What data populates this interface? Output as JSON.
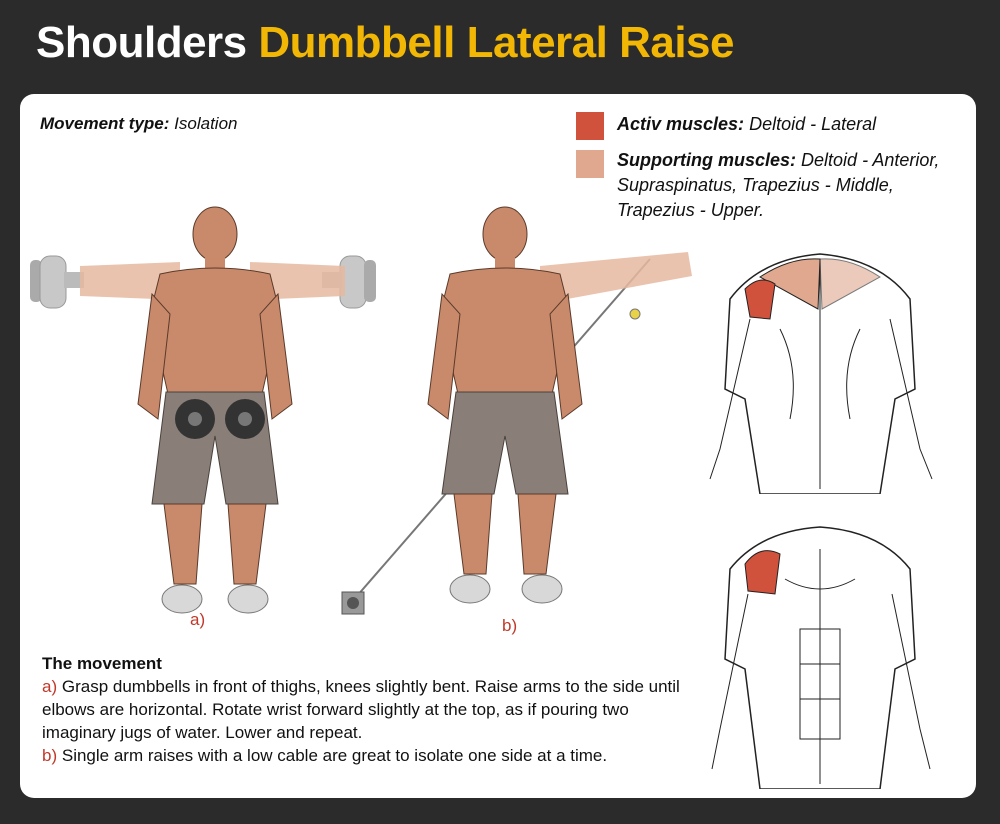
{
  "header": {
    "category": "Shoulders",
    "exercise": "Dumbbell Lateral Raise"
  },
  "movement_type": {
    "label": "Movement type:",
    "value": "Isolation"
  },
  "legend": {
    "active": {
      "label": "Activ muscles:",
      "value": "Deltoid -  Lateral",
      "color": "#d0523c"
    },
    "supporting": {
      "label": "Supporting muscles:",
      "value": "Deltoid - Anterior, Supraspinatus, Trapezius - Middle, Trapezius - Upper.",
      "color": "#dfa88f"
    }
  },
  "figures": {
    "a_label": "a)",
    "b_label": "b)"
  },
  "movement": {
    "heading": "The movement",
    "step_a_letter": "a)",
    "step_a_text": "Grasp dumbbells in front of thighs, knees slightly bent. Raise arms to the side until elbows are horizontal. Rotate wrist forward slightly at the top, as if pouring two imaginary jugs of water. Lower and repeat.",
    "step_b_letter": "b)",
    "step_b_text": "Single arm raises with a low cable are great to isolate one side at a time."
  },
  "colors": {
    "background": "#2b2b2b",
    "title_white": "#ffffff",
    "title_accent": "#f2b705",
    "skin": "#c98a6b",
    "shorts": "#8a7f78",
    "dumbbell": "#333333"
  }
}
